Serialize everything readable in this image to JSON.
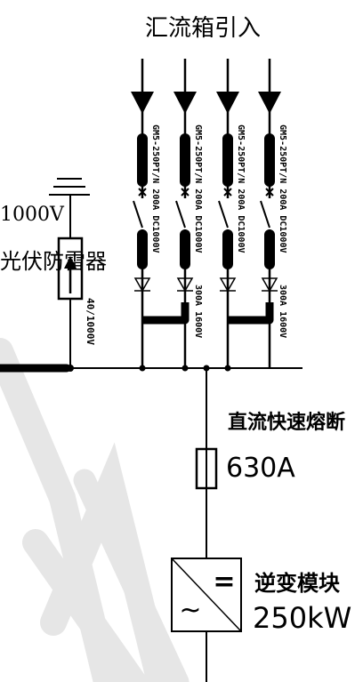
{
  "title": "汇流箱引入",
  "arrester": {
    "voltage": "1000V",
    "name": "光伏防雷器",
    "rating": "40/1000V"
  },
  "breaker_label": "GM5-250PT/N 200A DC1000V",
  "branch_fuse_label": "300A 1600V",
  "dc_fuse": {
    "name": "直流快速熔断",
    "rating": "630A"
  },
  "inverter": {
    "name": "逆变模块",
    "rating": "250kW",
    "symbol_dc": "=",
    "symbol_ac": "~"
  },
  "colors": {
    "line": "#000000",
    "watermark": "#e6e6e6"
  }
}
